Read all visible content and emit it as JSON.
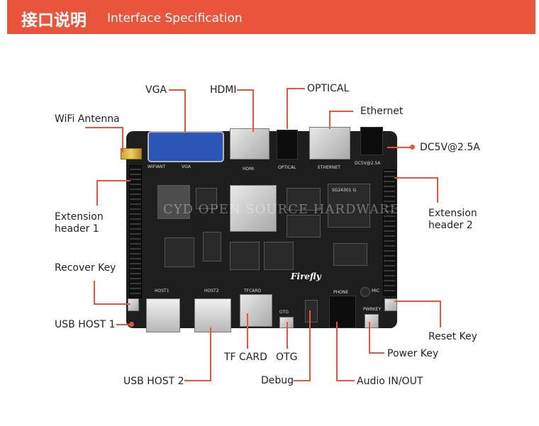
{
  "header": {
    "title_cn": "接口说明",
    "title_en": "Interface Specification"
  },
  "labels": {
    "vga": "VGA",
    "hdmi": "HDMI",
    "optical": "OPTICAL",
    "ethernet": "Ethernet",
    "wifi": "WiFi Antenna",
    "dc": "DC5V@2.5A",
    "ext1_line1": "Extension",
    "ext1_line2": "header 1",
    "ext2_line1": "Extension",
    "ext2_line2": "header 2",
    "recover": "Recover Key",
    "usb1": "USB HOST 1",
    "reset": "Reset Key",
    "power": "Power Key",
    "tf": "TF CARD",
    "otg": "OTG",
    "usb2": "USB HOST 2",
    "debug": "Debug",
    "audio": "Audio IN/OUT"
  },
  "board": {
    "logo": "Firefly",
    "watermark": "CYD OPEN SOURCE HARDWARE",
    "silk": {
      "wifiant": "WIFIANT",
      "vga": "VGA",
      "hdmi": "HDMI",
      "optical": "OPTICAL",
      "ethernet": "ETHERNET",
      "dc": "DC5V@2.5A",
      "host1": "HOST1",
      "host2": "HOST2",
      "tfcard": "TFCARD",
      "otg": "OTG",
      "phone": "PHONE",
      "mic": "MIC",
      "pwrkey": "PWRKEY",
      "chip": "SG24301 G"
    }
  },
  "colors": {
    "accent": "#e9543b",
    "board": "#1e1e1e"
  }
}
